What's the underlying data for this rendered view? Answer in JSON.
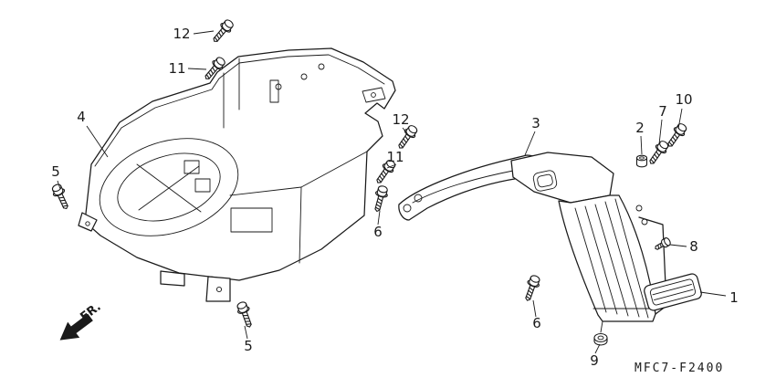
{
  "colors": {
    "ink": "#1a1a1a",
    "paper": "#ffffff"
  },
  "diagram": {
    "code": "MFC7-F2400",
    "fr_label": "FR.",
    "callouts": {
      "c12a": "12",
      "c11a": "11",
      "c4": "4",
      "c5a": "5",
      "c12b": "12",
      "c11b": "11",
      "c6a": "6",
      "c5b": "5",
      "c3": "3",
      "c2": "2",
      "c7": "7",
      "c10": "10",
      "c8": "8",
      "c1": "1",
      "c9": "9",
      "c6b": "6"
    }
  }
}
